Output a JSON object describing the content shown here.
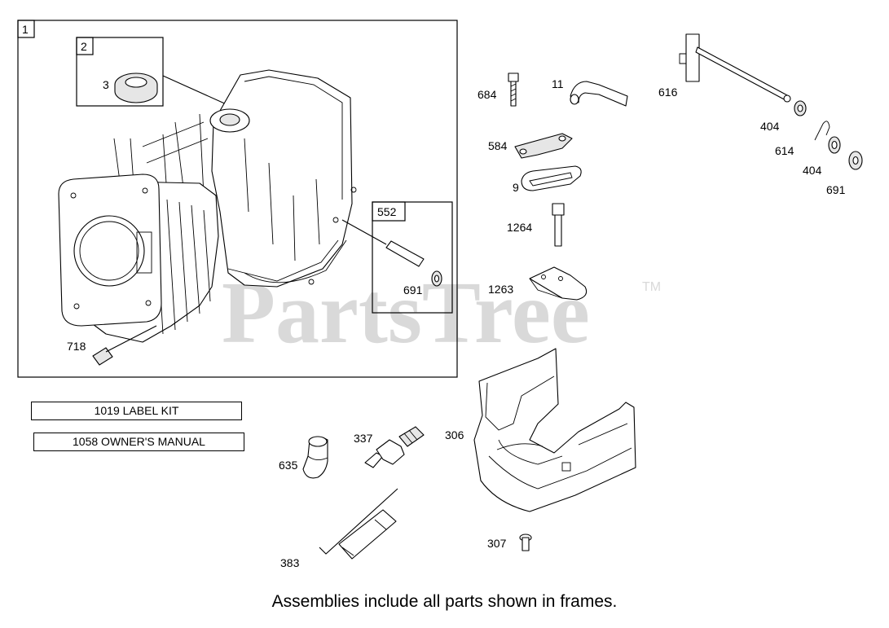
{
  "watermark": {
    "text": "PartsTree",
    "trademark": "TM"
  },
  "assembly_boxes": [
    {
      "number": "1"
    },
    {
      "number": "2"
    },
    {
      "number": "552"
    }
  ],
  "callouts": {
    "p3": "3",
    "p718": "718",
    "p691a": "691",
    "p684": "684",
    "p11": "11",
    "p616": "616",
    "p404a": "404",
    "p614": "614",
    "p404b": "404",
    "p691b": "691",
    "p584": "584",
    "p9": "9",
    "p1264": "1264",
    "p1263": "1263",
    "p337": "337",
    "p306": "306",
    "p635": "635",
    "p307": "307",
    "p383": "383"
  },
  "kits": [
    {
      "label": "1019 LABEL KIT"
    },
    {
      "label": "1058 OWNER'S MANUAL"
    }
  ],
  "footer_note": "Assemblies include all parts shown in frames."
}
